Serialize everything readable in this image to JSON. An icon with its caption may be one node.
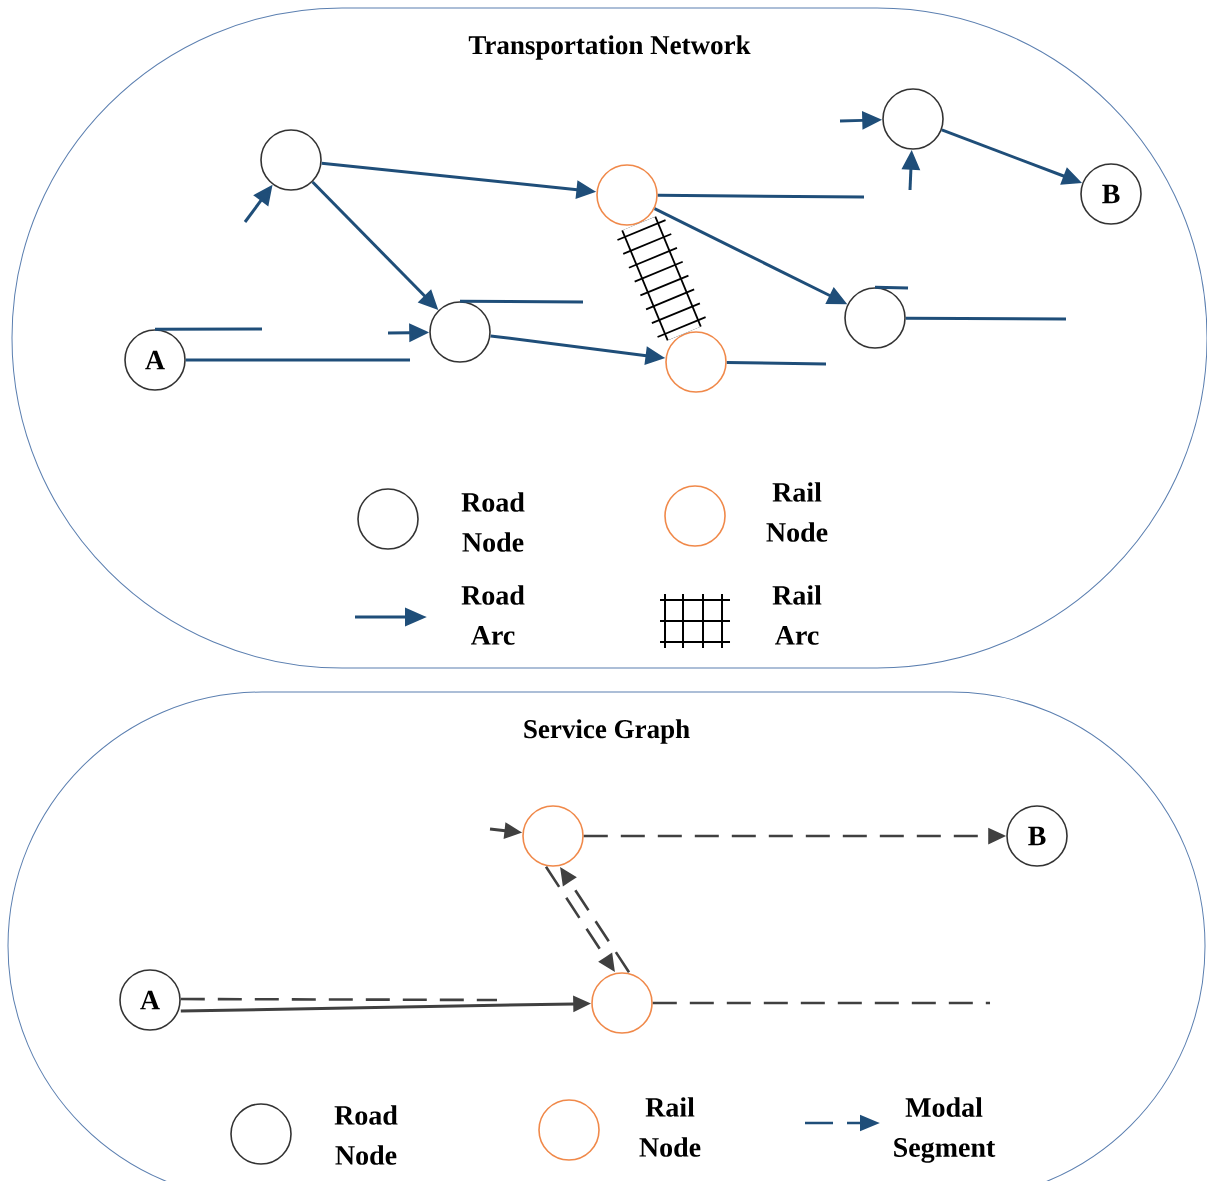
{
  "diagram": {
    "nodes": [
      {
        "text": [
          "Transportation Network"
        ]
      },
      {
        "text": [
          "A"
        ],
        "in": 0
      },
      {
        "text": [],
        "shape": "circle",
        "in": 0
      },
      {
        "text": [],
        "shape": "circle",
        "in": 0
      },
      {
        "text": [],
        "shape": "circle",
        "in": 0
      },
      {
        "text": [],
        "shape": "circle",
        "in": 0
      },
      {
        "text": [],
        "shape": "circle",
        "in": 0
      },
      {
        "text": [],
        "shape": "circle",
        "in": 0
      },
      {
        "text": [
          "B"
        ],
        "in": 0
      },
      {
        "text": [
          "Service Graph"
        ]
      },
      {
        "text": [],
        "shape": "circle",
        "in": 9
      },
      {
        "text": [
          "B"
        ],
        "in": 9
      },
      {
        "text": [
          "A"
        ],
        "in": 9
      },
      {
        "text": [],
        "shape": "circle",
        "in": 9
      }
    ],
    "edges": [
      {
        "from": 2,
        "to": 4,
        "arrow": "to"
      },
      {
        "from": 2,
        "to": 3,
        "arrow": "to"
      },
      {
        "from": 3,
        "to": 5,
        "arrow": "to"
      },
      {
        "from": 4,
        "to": 6,
        "arrow": "to"
      },
      {
        "from": 7,
        "to": 8,
        "arrow": "to"
      },
      {
        "from": 4,
        "to": 5,
        "arrow": "none",
        "style": "thick",
        "color": "#000000"
      },
      {
        "from": 1,
        "to": null,
        "arrow": "none"
      },
      {
        "from": 1,
        "to": null,
        "arrow": "none"
      },
      {
        "from": 3,
        "to": null,
        "arrow": "none"
      },
      {
        "from": 4,
        "to": null,
        "arrow": "none"
      },
      {
        "from": 5,
        "to": null,
        "arrow": "none"
      },
      {
        "from": 6,
        "to": null,
        "arrow": "none"
      },
      {
        "from": 6,
        "to": null,
        "arrow": "none"
      },
      {
        "from": null,
        "to": 2,
        "arrow": "to"
      },
      {
        "from": null,
        "to": 3,
        "arrow": "to"
      },
      {
        "from": null,
        "to": 7,
        "arrow": "to"
      },
      {
        "from": null,
        "to": 7,
        "arrow": "to"
      },
      {
        "from": 10,
        "to": 11,
        "arrow": "to",
        "style": "dashed",
        "color": "#404040"
      },
      {
        "from": 10,
        "to": 13,
        "arrow": "to",
        "style": "dashed",
        "color": "#404040"
      },
      {
        "from": 13,
        "to": 10,
        "arrow": "to",
        "style": "dashed",
        "color": "#404040"
      },
      {
        "from": 12,
        "to": 13,
        "arrow": "to",
        "color": "#404040"
      },
      {
        "from": 12,
        "to": null,
        "arrow": "none",
        "style": "dashed",
        "color": "#404040"
      },
      {
        "from": 13,
        "to": null,
        "arrow": "none",
        "style": "dashed",
        "color": "#404040"
      },
      {
        "from": null,
        "to": 10,
        "arrow": "to",
        "color": "#404040"
      }
    ],
    "legend": [
      {
        "text": "Road Node"
      },
      {
        "text": "Rail Node"
      },
      {
        "text": "Road Arc"
      },
      {
        "text": "Rail Arc"
      },
      {
        "text": "Road Node"
      },
      {
        "text": "Rail Node"
      },
      {
        "text": "Modal Segment"
      }
    ]
  }
}
